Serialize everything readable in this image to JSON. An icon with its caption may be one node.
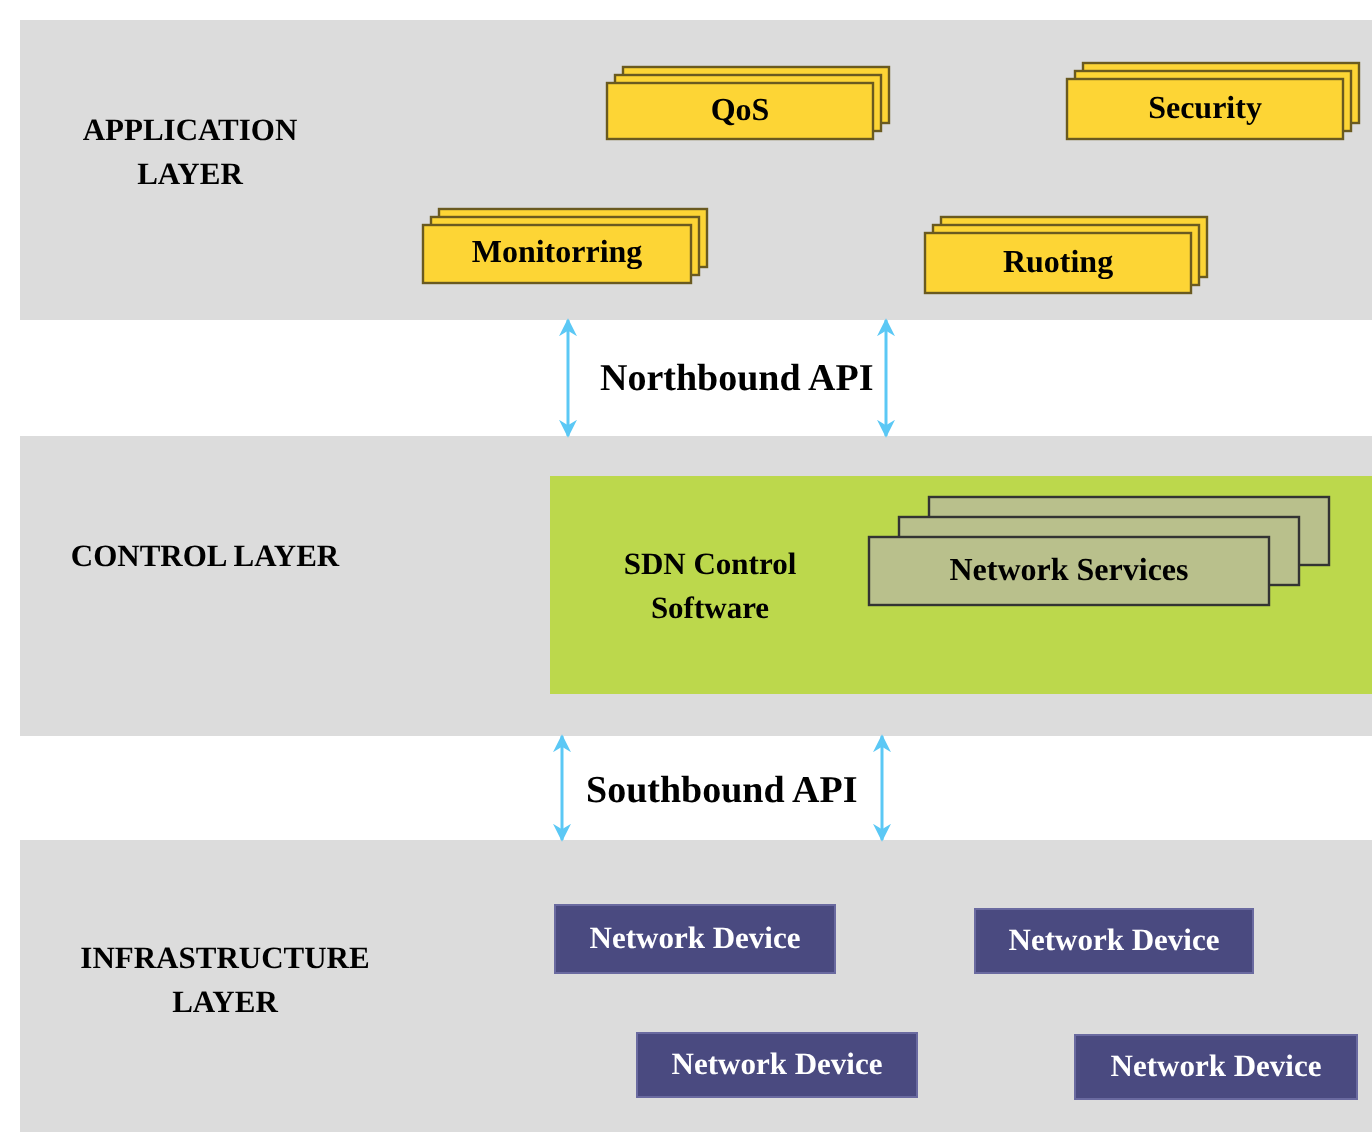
{
  "diagram": {
    "nodes": [
      {
        "text": [
          "APPLICATION LAYER"
        ]
      },
      {
        "text": [
          "QoS"
        ],
        "in": 0
      },
      {
        "text": [
          "Security"
        ],
        "in": 0
      },
      {
        "text": [
          "Monitorring"
        ],
        "in": 0
      },
      {
        "text": [
          "Ruoting"
        ],
        "in": 0
      },
      {
        "text": [
          "CONTROL LAYER"
        ]
      },
      {
        "text": [
          "SDN Control Software"
        ],
        "in": 5
      },
      {
        "text": [
          "Network Services"
        ],
        "in": 6
      },
      {
        "text": [
          "INFRASTRUCTURE LAYER"
        ]
      },
      {
        "text": [
          "Network Device"
        ],
        "in": 8
      },
      {
        "text": [
          "Network Device"
        ],
        "in": 8
      },
      {
        "text": [
          "Network Device"
        ],
        "in": 8
      },
      {
        "text": [
          "Network Device"
        ],
        "in": 8
      }
    ],
    "edges": [
      {
        "from": 0,
        "to": 5,
        "arrow": "both"
      },
      {
        "from": 0,
        "to": 5,
        "arrow": "both"
      },
      {
        "from": 5,
        "to": 8,
        "arrow": "both"
      },
      {
        "from": 5,
        "to": 8,
        "arrow": "both"
      }
    ],
    "labels": [
      "Northbound API",
      "Southbound API"
    ]
  }
}
